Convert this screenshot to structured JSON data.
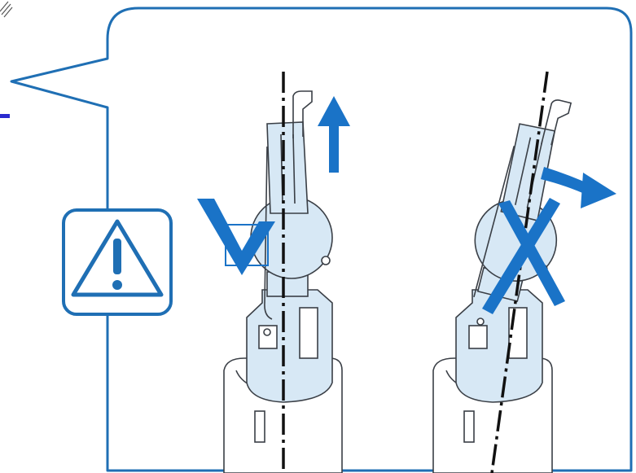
{
  "figure": {
    "panel_border_color": "#1f6fb4",
    "fill_color": "#d7e8f5",
    "line_color": "#3a3f46",
    "accent_color": "#1a73c7",
    "left_bracket_color": "#2a2acf"
  },
  "icons": {
    "warning": "warning-triangle-icon",
    "correct": "checkmark-icon",
    "incorrect": "x-mark-icon",
    "up_arrow": "arrow-up-icon",
    "curved_arrow": "curved-arrow-right-icon"
  },
  "panels": [
    {
      "id": "correct",
      "mark": "checkmark",
      "motion": "straight-up"
    },
    {
      "id": "incorrect",
      "mark": "x",
      "motion": "tilted-sideways"
    }
  ]
}
